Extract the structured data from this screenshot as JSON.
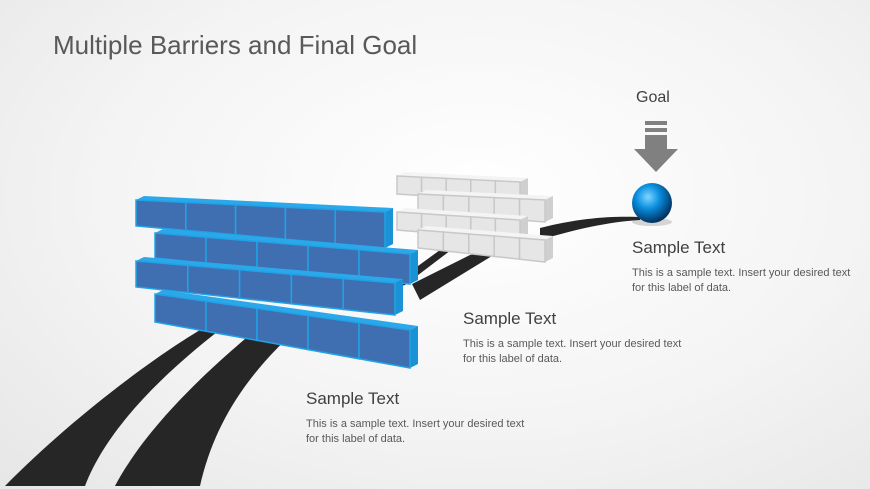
{
  "title": "Multiple Barriers and Final Goal",
  "goal_label": "Goal",
  "labels": [
    {
      "heading": "Sample Text",
      "body": "This is a sample text. Insert your desired text for this label of data."
    },
    {
      "heading": "Sample Text",
      "body": "This is a sample text. Insert your desired text for this label of data."
    },
    {
      "heading": "Sample Text",
      "body": "This is a sample text. Insert your desired text for this label of data."
    }
  ],
  "colors": {
    "road": "#262626",
    "blue_brick": "#3f6fb0",
    "blue_edge": "#1fa3e6",
    "gray_brick": "#e4e4e4",
    "ball": "#0a8fe0",
    "arrow": "#808080"
  }
}
